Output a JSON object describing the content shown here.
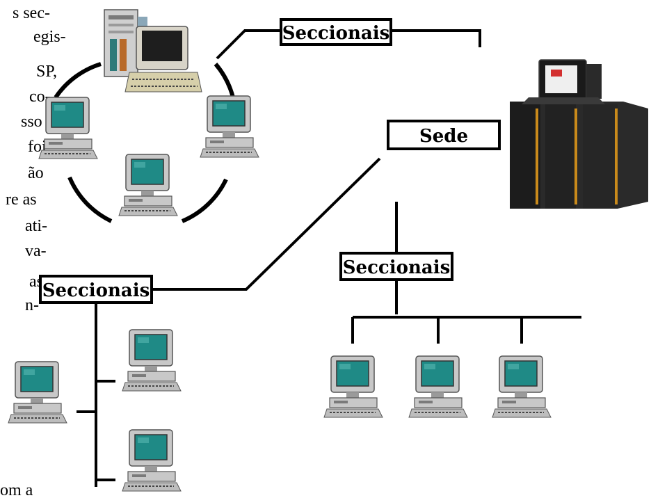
{
  "text_fragments": [
    "s sec-",
    "egis-",
    "SP,",
    "co-",
    "sso",
    "foi",
    "ão",
    "re as",
    "ati-",
    "va-",
    "as",
    "n-",
    "om a"
  ],
  "labels": {
    "seccionais_top": "Seccionais",
    "sede": "Sede",
    "seccionais_left": "Seccionais",
    "seccionais_right": "Seccionais"
  },
  "colors": {
    "line": "#000000",
    "screen": "#1f8a86",
    "case": "#c8c8c8",
    "case_dark": "#7a7a7a",
    "server_body": "#2a2a2a",
    "server_stripe": "#c98a1b",
    "monitor_screen_bright": "#d33030"
  },
  "icons": [
    "workstation-icon",
    "server-icon",
    "mainframe-icon"
  ]
}
